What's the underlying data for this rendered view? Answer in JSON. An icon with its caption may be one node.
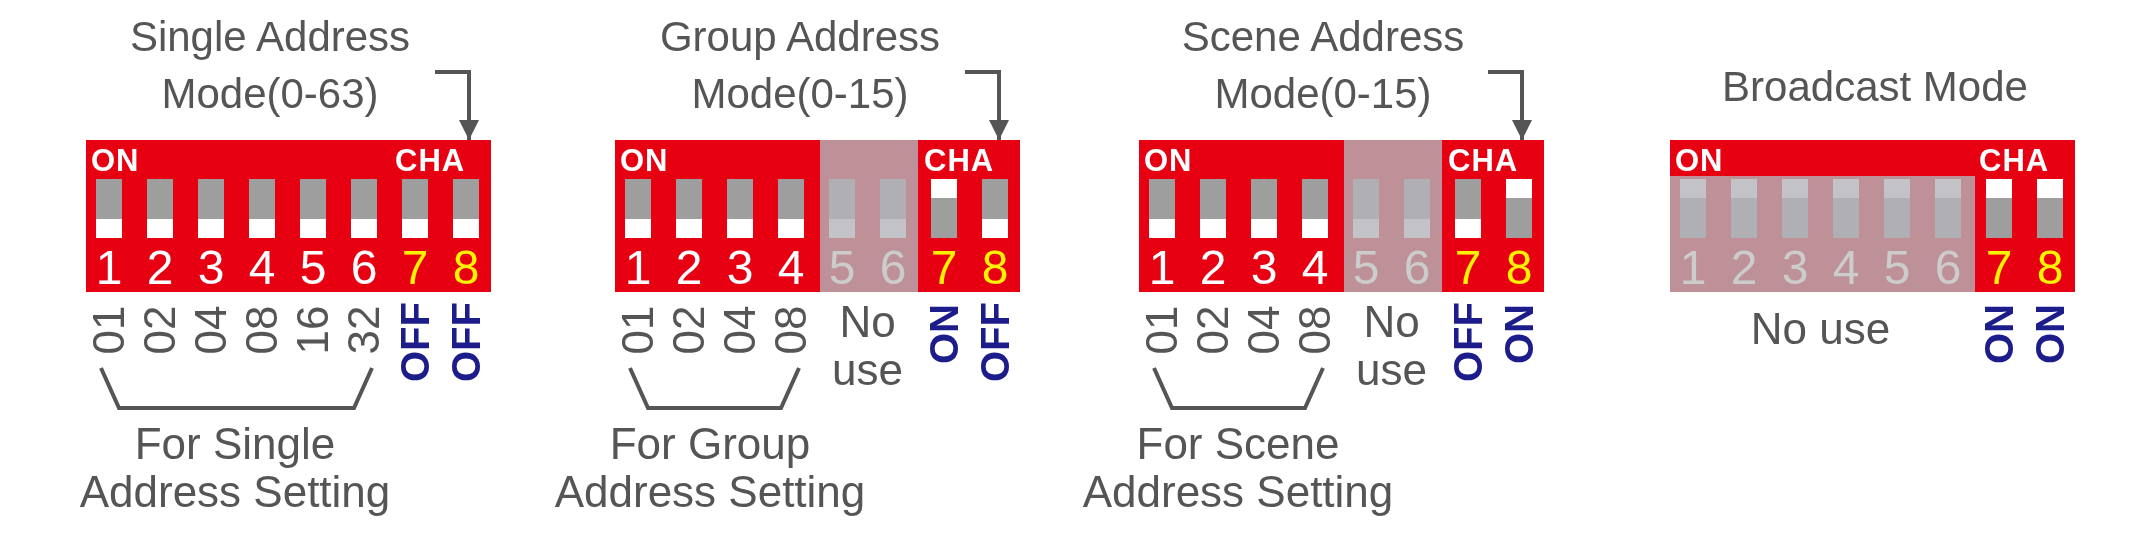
{
  "diagram": {
    "nodes": [
      {
        "text": [
          "Single Address Mode(0-63)"
        ]
      },
      {
        "text": [
          "ON",
          "CHA",
          "1",
          "2",
          "3",
          "4",
          "5",
          "6",
          "7",
          "8"
        ]
      },
      {
        "text": [
          "Group Address Mode(0-15)"
        ]
      },
      {
        "text": [
          "ON",
          "CHA",
          "1",
          "2",
          "3",
          "4",
          "5",
          "6",
          "7",
          "8"
        ]
      },
      {
        "text": [
          "Scene Address Mode(0-15)"
        ]
      },
      {
        "text": [
          "ON",
          "CHA",
          "1",
          "2",
          "3",
          "4",
          "5",
          "6",
          "7",
          "8"
        ]
      },
      {
        "text": [
          "Broadcast Mode"
        ]
      },
      {
        "text": [
          "ON",
          "CHA",
          "1",
          "2",
          "3",
          "4",
          "5",
          "6",
          "7",
          "8"
        ]
      }
    ],
    "edges": [
      {
        "from": 0,
        "to": 1,
        "arrow": "to"
      },
      {
        "from": 2,
        "to": 3,
        "arrow": "to"
      },
      {
        "from": 4,
        "to": 5,
        "arrow": "to"
      }
    ],
    "labels": [
      "01",
      "02",
      "04",
      "08",
      "16",
      "32",
      "OFF",
      "OFF",
      "For Single Address Setting",
      "01",
      "02",
      "04",
      "08",
      "No use",
      "ON",
      "OFF",
      "For Group Address Setting",
      "01",
      "02",
      "04",
      "08",
      "No use",
      "OFF",
      "ON",
      "For Scene Address Setting",
      "No use",
      "ON",
      "ON"
    ]
  }
}
